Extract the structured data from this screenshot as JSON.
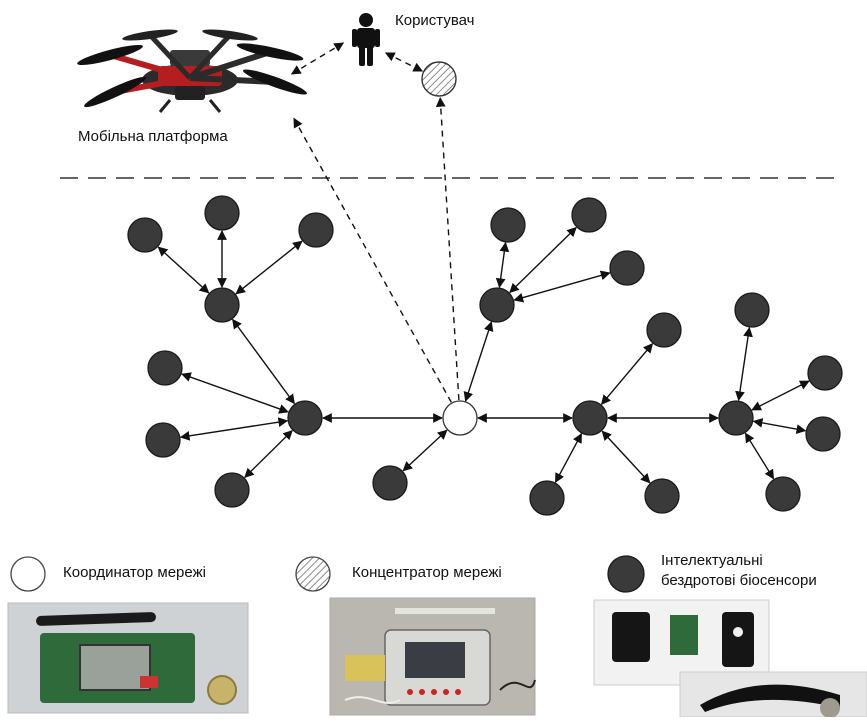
{
  "labels": {
    "user": "Користувач",
    "mobile_platform": "Мобільна платформа"
  },
  "legend": {
    "coordinator": "Координатор мережі",
    "hub": "Концентратор мережі",
    "sensors_line1": "Інтелектуальні",
    "sensors_line2": "бездротові біосенсори"
  },
  "colors": {
    "node_fill": "#3a3a3a",
    "node_stroke": "#1a1a1a",
    "coordinator_fill": "#ffffff",
    "hub_hatch": "#8a8a8a",
    "line": "#111111",
    "drone_frame": "#2b2b2b",
    "drone_accent": "#b41e1e"
  },
  "icons": {
    "user": "person-icon",
    "drone": "drone-icon",
    "coordinator": "coordinator-node-icon",
    "hub": "hub-node-icon",
    "sensor": "sensor-node-icon"
  }
}
